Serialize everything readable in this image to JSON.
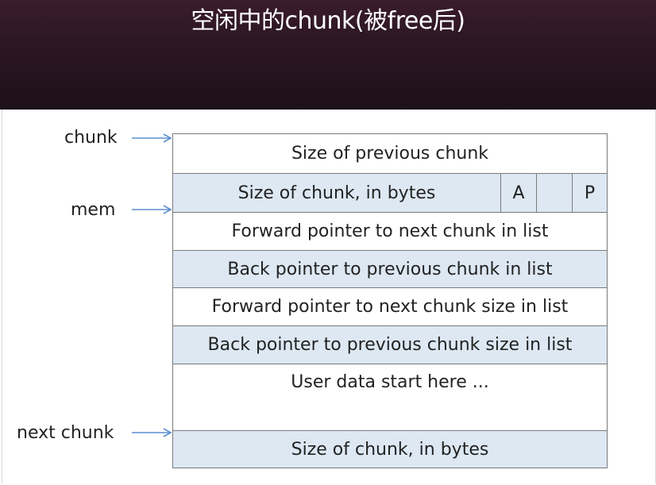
{
  "title": "空闲中的chunk(被free后)",
  "pointers": {
    "chunk": "chunk",
    "mem": "mem",
    "next_chunk": "next chunk"
  },
  "rows": {
    "prev_size": "Size of previous chunk",
    "chunk_size": "Size of chunk, in bytes",
    "flag_a": "A",
    "flag_m": "",
    "flag_p": "P",
    "fd": "Forward pointer to next chunk in list",
    "bk": "Back pointer to previous chunk in list",
    "fd_nextsize": "Forward pointer to next chunk size in list",
    "bk_nextsize": "Back pointer to previous chunk size in list",
    "user_data": "User data start here ...",
    "next_chunk_size": "Size of chunk, in bytes"
  },
  "colors": {
    "header_bg": "#2a1522",
    "row_blue": "#dde8f3",
    "arrow": "#5b8fd0",
    "border": "#7a7a7a"
  }
}
